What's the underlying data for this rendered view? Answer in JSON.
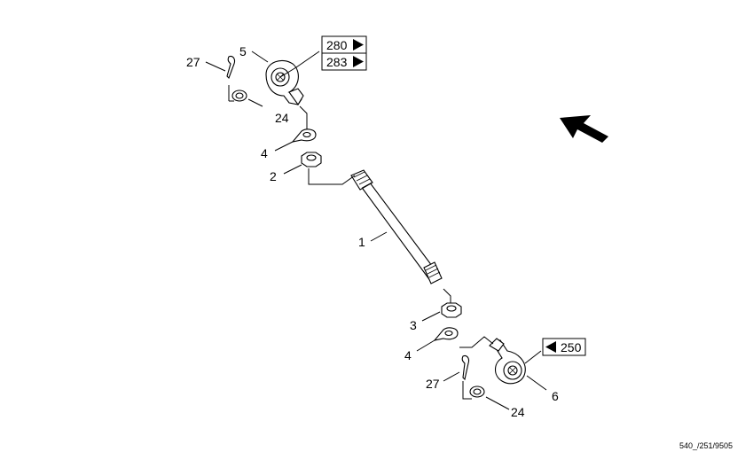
{
  "callouts": {
    "c27_top": "27",
    "c5": "5",
    "c24_top": "24",
    "c4_top": "4",
    "c2": "2",
    "c1": "1",
    "c3": "3",
    "c4_bottom": "4",
    "c27_bottom": "27",
    "c6": "6",
    "c24_bottom": "24"
  },
  "page_refs": {
    "ref_280": "280",
    "ref_283": "283",
    "ref_250": "250"
  },
  "drawing_code": "540_/251/9505",
  "icons": {
    "direction": "direction-arrow-icon",
    "ref_forward": "triangle-right-icon",
    "ref_back": "triangle-left-icon"
  },
  "colors": {
    "ink": "#000000",
    "paper": "#ffffff"
  }
}
